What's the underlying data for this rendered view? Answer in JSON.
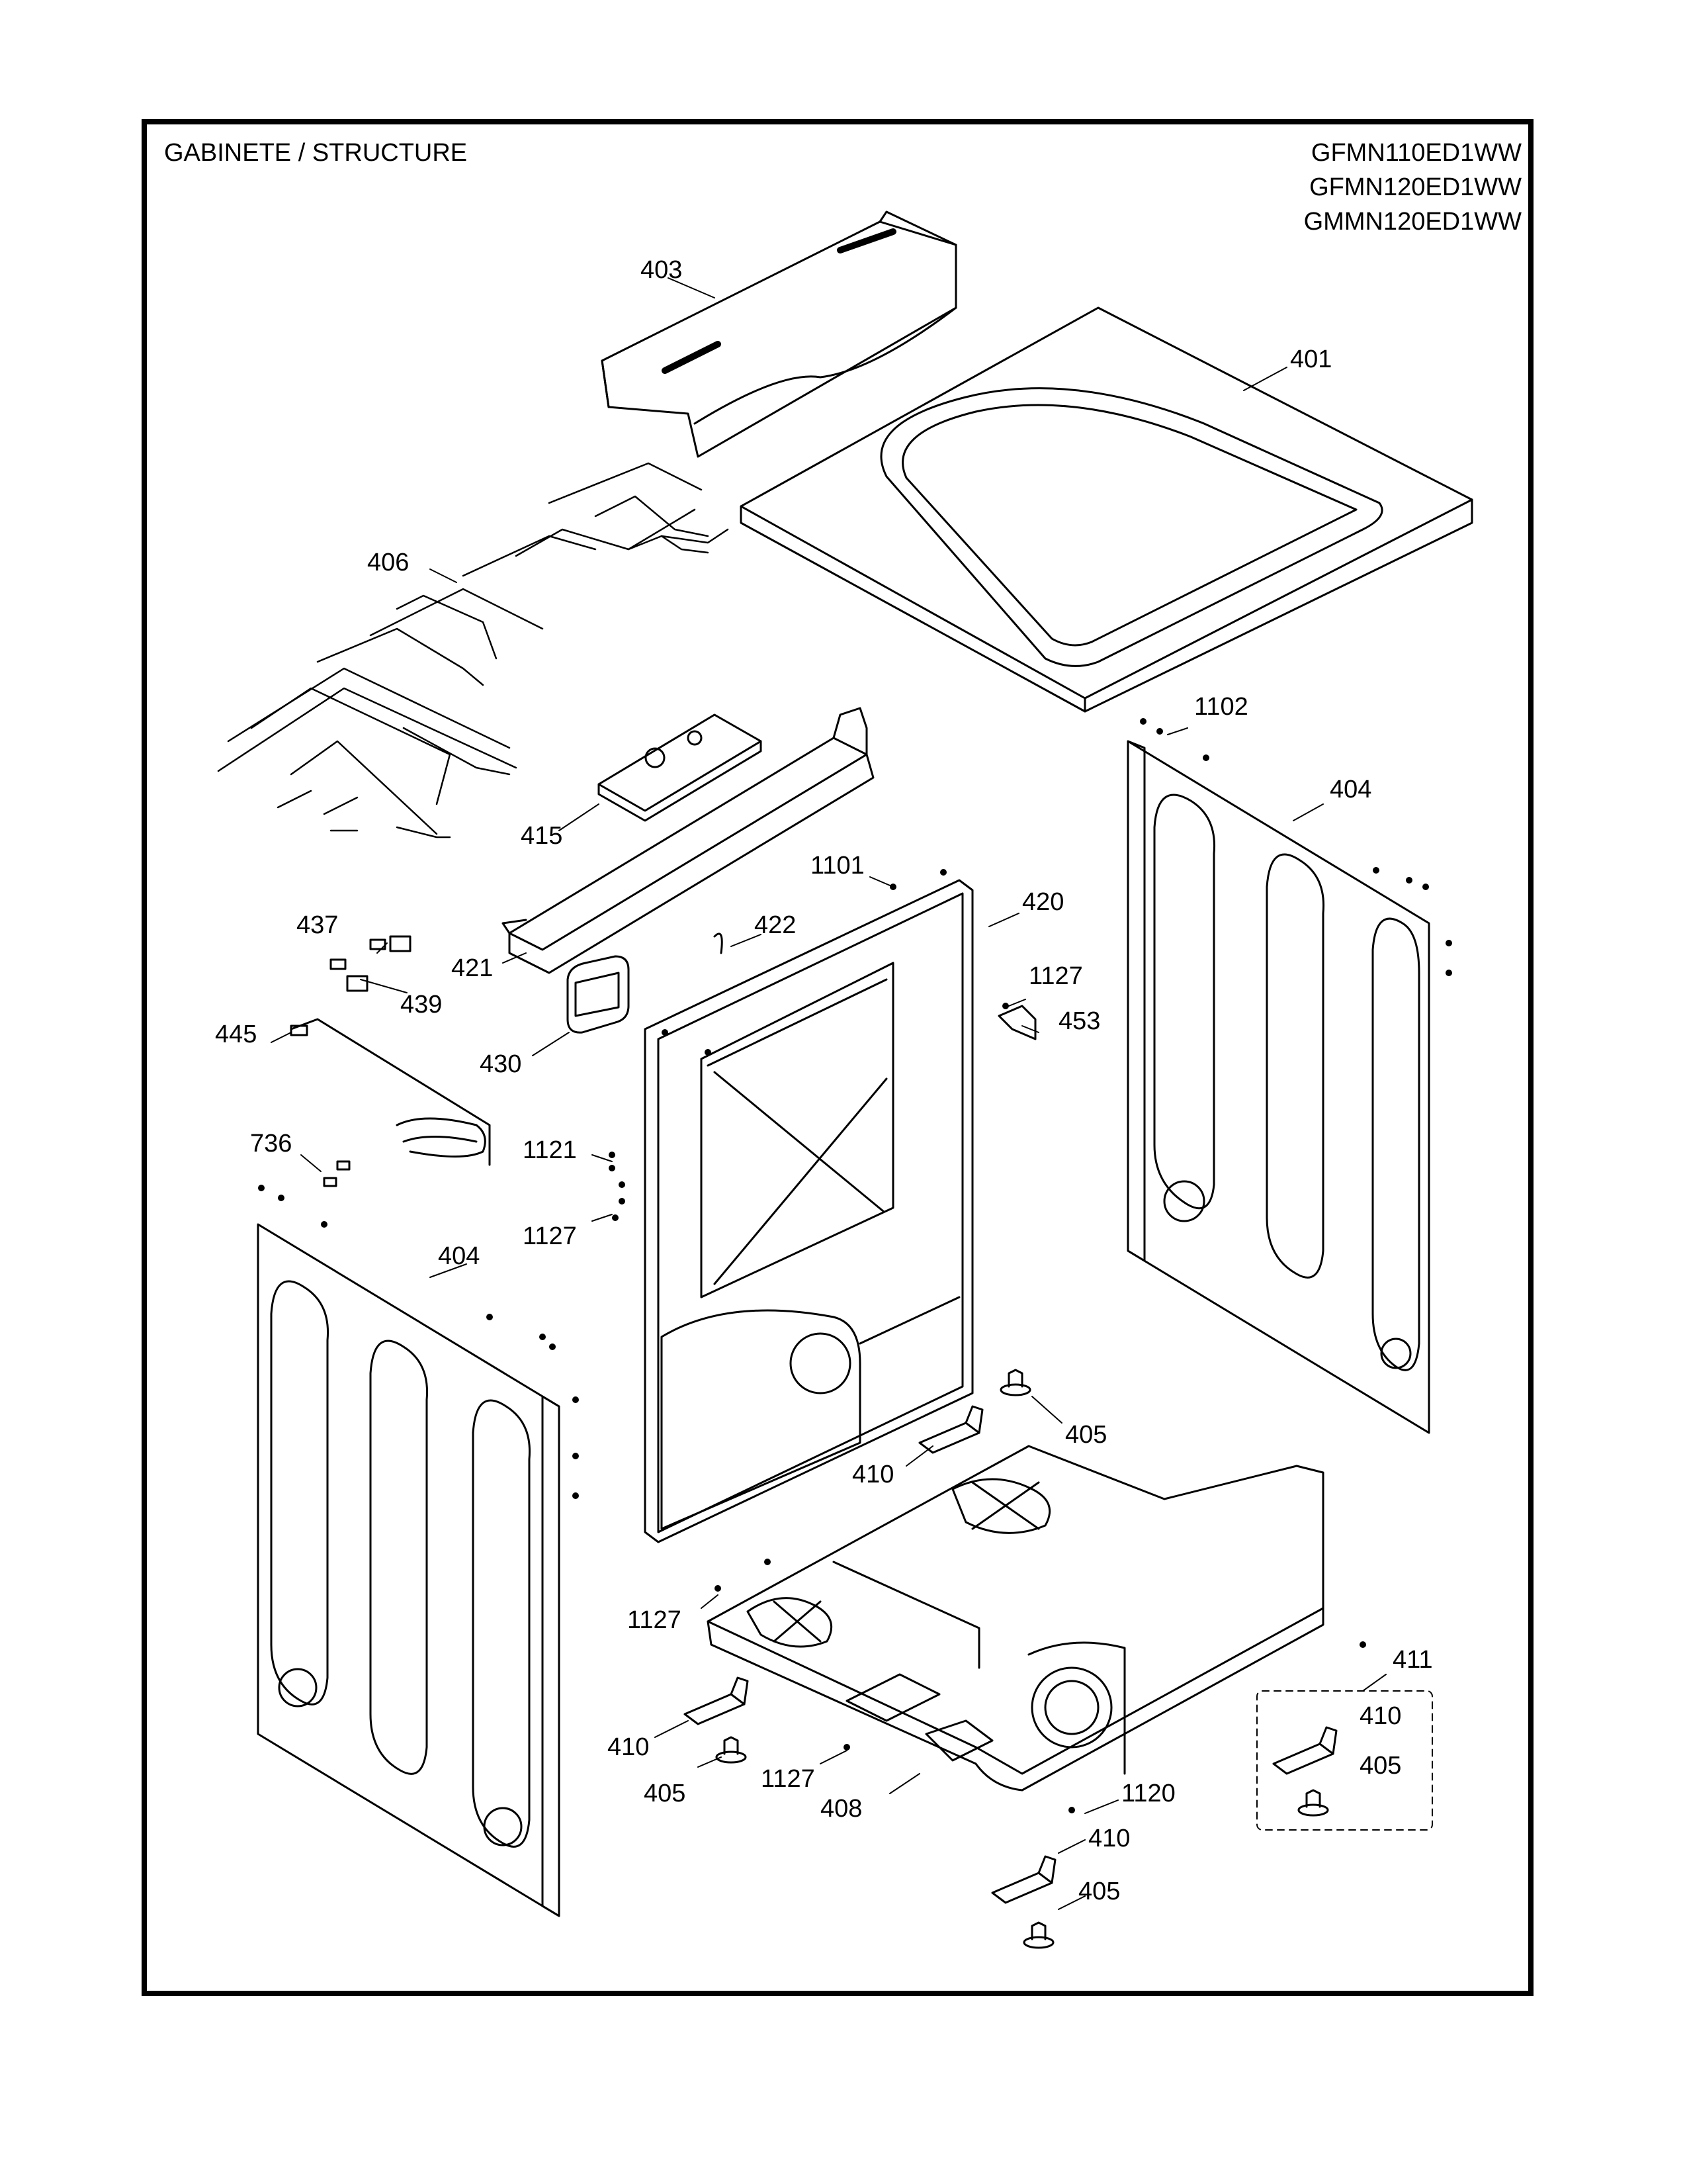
{
  "header": {
    "title": "GABINETE / STRUCTURE",
    "models": [
      "GFMN110ED1WW",
      "GFMN120ED1WW",
      "GMMN120ED1WW"
    ]
  },
  "callouts": {
    "c403": "403",
    "c401": "401",
    "c406": "406",
    "c1102": "1102",
    "c404_right": "404",
    "c415": "415",
    "c1101": "1101",
    "c420": "420",
    "c437": "437",
    "c422": "422",
    "c1127_a": "1127",
    "c453": "453",
    "c421": "421",
    "c439": "439",
    "c430": "430",
    "c445": "445",
    "c1121": "1121",
    "c736": "736",
    "c1127_b": "1127",
    "c404_left": "404",
    "c405_a": "405",
    "c410_a": "410",
    "c1127_c": "1127",
    "c411": "411",
    "c410_b": "410",
    "c410_c": "410",
    "c405_b": "405",
    "c1127_d": "1127",
    "c405_c": "405",
    "c408": "408",
    "c1120": "1120",
    "c410_d": "410",
    "c405_d": "405"
  }
}
